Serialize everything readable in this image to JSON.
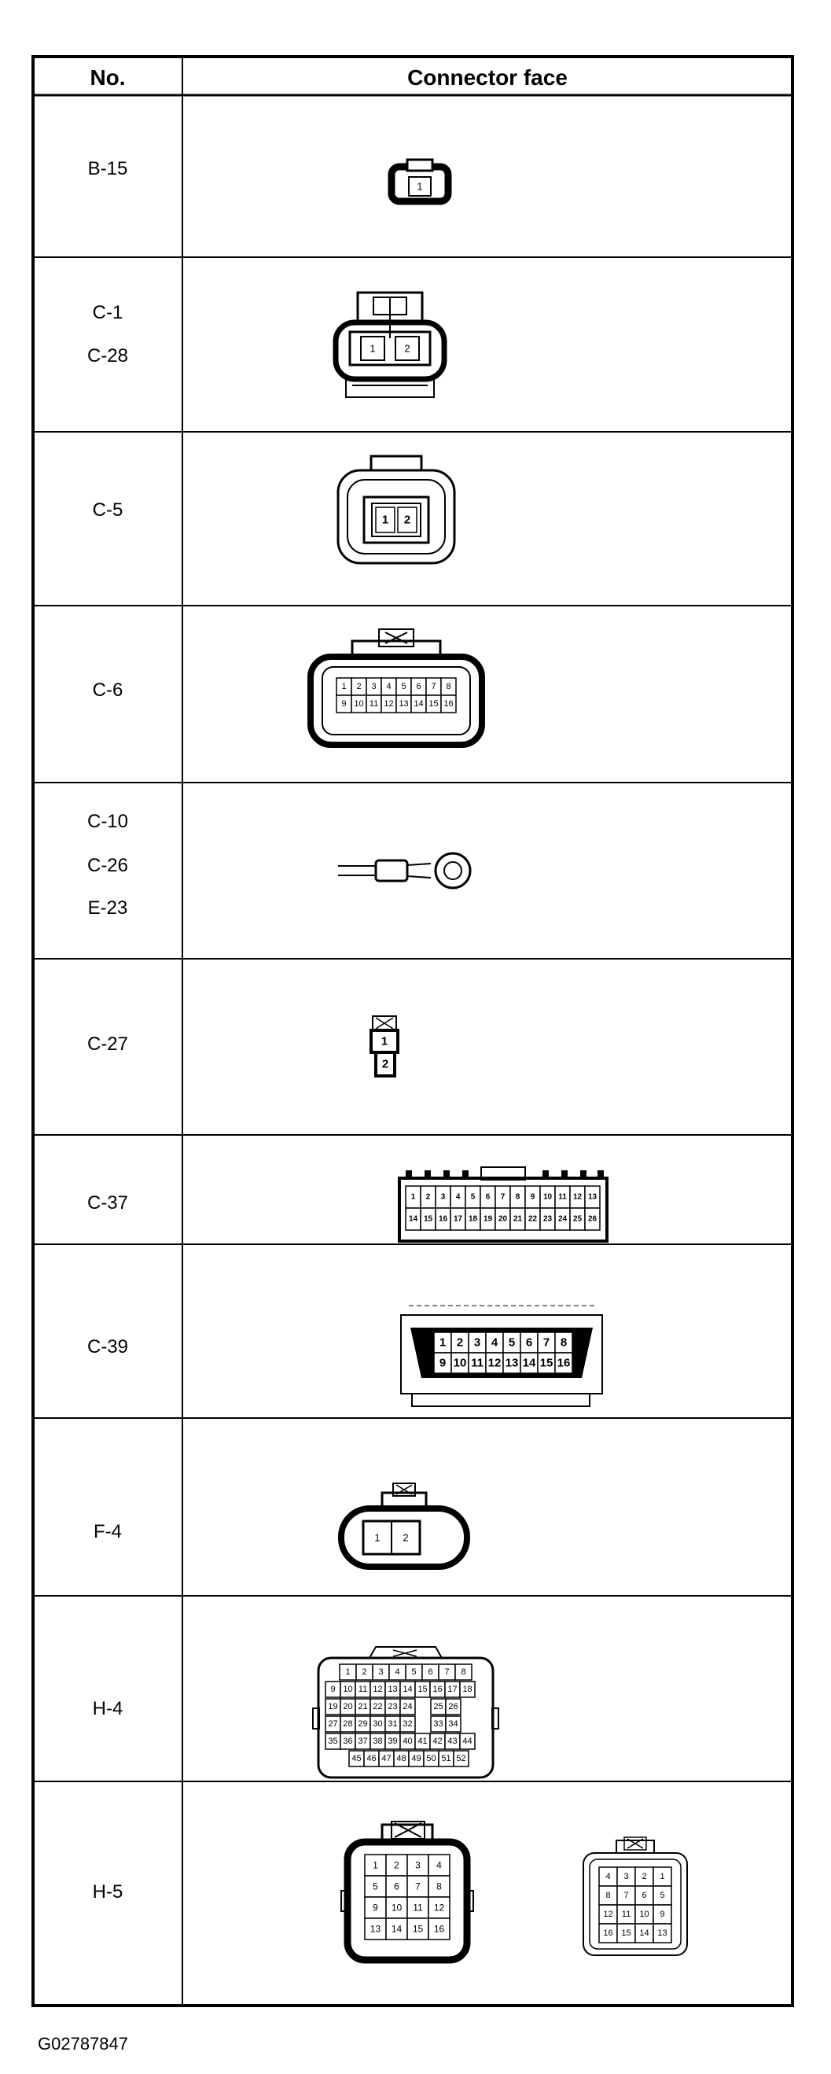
{
  "table": {
    "header_no": "No.",
    "header_face": "Connector face",
    "rows": [
      {
        "labels": [
          "B-15"
        ],
        "pins": [
          "1"
        ]
      },
      {
        "labels": [
          "C-1",
          "C-28"
        ],
        "pins": [
          "1",
          "2"
        ]
      },
      {
        "labels": [
          "C-5"
        ],
        "pins": [
          "1",
          "2"
        ]
      },
      {
        "labels": [
          "C-6"
        ],
        "pins": [
          "1",
          "2",
          "3",
          "4",
          "5",
          "6",
          "7",
          "8",
          "9",
          "10",
          "11",
          "12",
          "13",
          "14",
          "15",
          "16"
        ]
      },
      {
        "labels": [
          "C-10",
          "C-26",
          "E-23"
        ],
        "pins": []
      },
      {
        "labels": [
          "C-27"
        ],
        "pins": [
          "1",
          "2"
        ]
      },
      {
        "labels": [
          "C-37"
        ],
        "pins": [
          "1",
          "2",
          "3",
          "4",
          "5",
          "6",
          "7",
          "8",
          "9",
          "10",
          "11",
          "12",
          "13",
          "14",
          "15",
          "16",
          "17",
          "18",
          "19",
          "20",
          "21",
          "22",
          "23",
          "24",
          "25",
          "26"
        ]
      },
      {
        "labels": [
          "C-39"
        ],
        "pins": [
          "1",
          "2",
          "3",
          "4",
          "5",
          "6",
          "7",
          "8",
          "9",
          "10",
          "11",
          "12",
          "13",
          "14",
          "15",
          "16"
        ]
      },
      {
        "labels": [
          "F-4"
        ],
        "pins": [
          "1",
          "2"
        ]
      },
      {
        "labels": [
          "H-4"
        ],
        "pins": [
          "1",
          "2",
          "3",
          "4",
          "5",
          "6",
          "7",
          "8",
          "9",
          "10",
          "11",
          "12",
          "13",
          "14",
          "15",
          "16",
          "17",
          "18",
          "19",
          "20",
          "21",
          "22",
          "23",
          "24",
          "25",
          "26",
          "27",
          "28",
          "29",
          "30",
          "31",
          "32",
          "33",
          "34",
          "35",
          "36",
          "37",
          "38",
          "39",
          "40",
          "41",
          "42",
          "43",
          "44",
          "45",
          "46",
          "47",
          "48",
          "49",
          "50",
          "51",
          "52"
        ]
      },
      {
        "labels": [
          "H-5"
        ],
        "pins": [
          "1",
          "2",
          "3",
          "4",
          "5",
          "6",
          "7",
          "8",
          "9",
          "10",
          "11",
          "12",
          "13",
          "14",
          "15",
          "16"
        ],
        "pins_back": [
          "4",
          "3",
          "2",
          "1",
          "8",
          "7",
          "6",
          "5",
          "12",
          "11",
          "10",
          "9",
          "16",
          "15",
          "14",
          "13"
        ]
      }
    ]
  },
  "figure_code": "G02787847"
}
